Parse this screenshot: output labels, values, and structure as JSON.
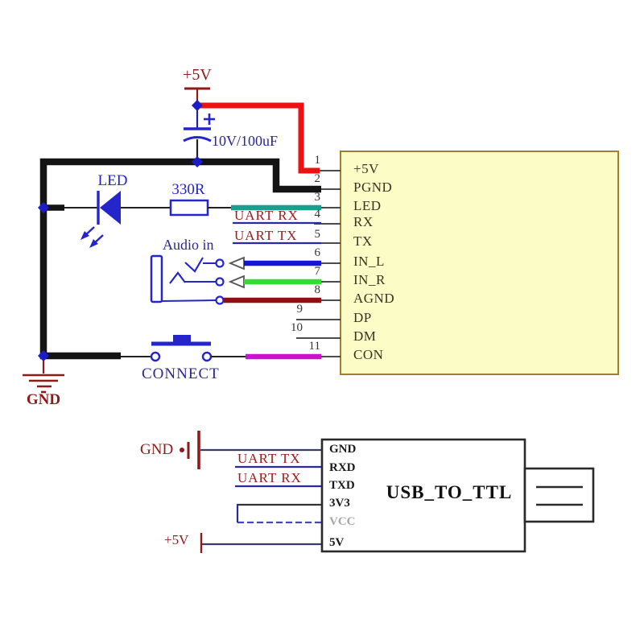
{
  "top_schematic": {
    "supply_label": "+5V",
    "capacitor_label": "10V/100uF",
    "led_label": "LED",
    "resistor_label": "330R",
    "uart_rx_label": "UART RX",
    "uart_tx_label": "UART TX",
    "audio_label": "Audio in",
    "connect_label": "CONNECT",
    "gnd_label": "GND",
    "ic_pins": [
      {
        "num": "1",
        "name": "+5V"
      },
      {
        "num": "2",
        "name": "PGND"
      },
      {
        "num": "3",
        "name": "LED"
      },
      {
        "num": "4",
        "name": "RX"
      },
      {
        "num": "5",
        "name": "TX"
      },
      {
        "num": "6",
        "name": "IN_L"
      },
      {
        "num": "7",
        "name": "IN_R"
      },
      {
        "num": "8",
        "name": "AGND"
      },
      {
        "num": "9",
        "name": "DP"
      },
      {
        "num": "10",
        "name": "DM"
      },
      {
        "num": "11",
        "name": "CON"
      }
    ]
  },
  "bottom_module": {
    "title": "USB_TO_TTL",
    "gnd_label": "GND",
    "uart_tx_label": "UART TX",
    "uart_rx_label": "UART RX",
    "supply_label": "+5V",
    "pins": [
      "GND",
      "RXD",
      "TXD",
      "3V3",
      "VCC",
      "5V"
    ]
  },
  "colors": {
    "ic_fill": "#FCFCC6",
    "ic_border": "#A08030",
    "wire_red": "#EE1111",
    "wire_black": "#141414",
    "wire_teal": "#1A9E90",
    "wire_blue": "#1414DC",
    "wire_green": "#2FE02F",
    "wire_darkred": "#8E1010",
    "wire_magenta": "#CC10CC",
    "component_blue": "#2525CC",
    "label_darkred": "#8E1A1A",
    "label_navy": "#28288E"
  }
}
